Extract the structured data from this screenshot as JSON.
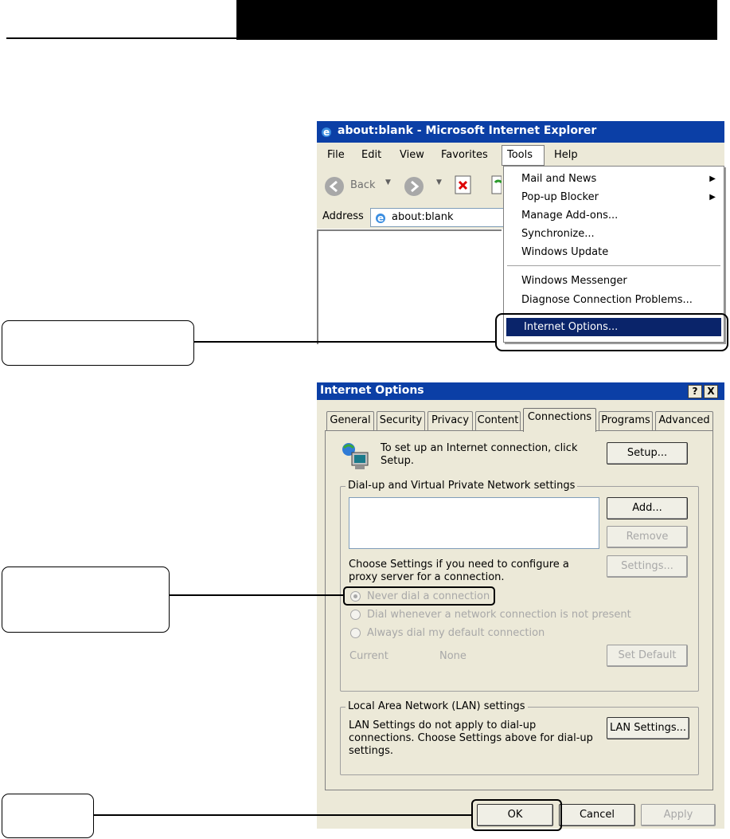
{
  "browser": {
    "title": "about:blank - Microsoft Internet Explorer",
    "menu": [
      "File",
      "Edit",
      "View",
      "Favorites",
      "Tools",
      "Help"
    ],
    "back_label": "Back",
    "address_label": "Address",
    "address_value": "about:blank",
    "tools_menu": {
      "items": [
        "Mail and News",
        "Pop-up Blocker",
        "Manage Add-ons...",
        "Synchronize...",
        "Windows Update",
        "Windows Messenger",
        "Diagnose Connection Problems...",
        "Internet Options..."
      ],
      "selected": "Internet Options..."
    }
  },
  "dialog": {
    "title": "Internet Options",
    "help_btn": "?",
    "close_btn": "X",
    "tabs": [
      "General",
      "Security",
      "Privacy",
      "Content",
      "Connections",
      "Programs",
      "Advanced"
    ],
    "active_tab": "Connections",
    "setup_text": "To set up an Internet connection, click Setup.",
    "setup_btn": "Setup...",
    "dialup_group": "Dial-up and Virtual Private Network settings",
    "add_btn": "Add...",
    "remove_btn": "Remove",
    "proxy_text": "Choose Settings if you need to configure a proxy server for a connection.",
    "settings_btn": "Settings...",
    "radio": [
      "Never dial a connection",
      "Dial whenever a network connection is not present",
      "Always dial my default connection"
    ],
    "radio_selected": "Never dial a connection",
    "current_label": "Current",
    "current_value": "None",
    "set_default_btn": "Set Default",
    "lan_group": "Local Area Network (LAN) settings",
    "lan_text": "LAN Settings do not apply to dial-up connections. Choose Settings above for dial-up settings.",
    "lan_btn": "LAN Settings...",
    "ok_btn": "OK",
    "cancel_btn": "Cancel",
    "apply_btn": "Apply"
  }
}
